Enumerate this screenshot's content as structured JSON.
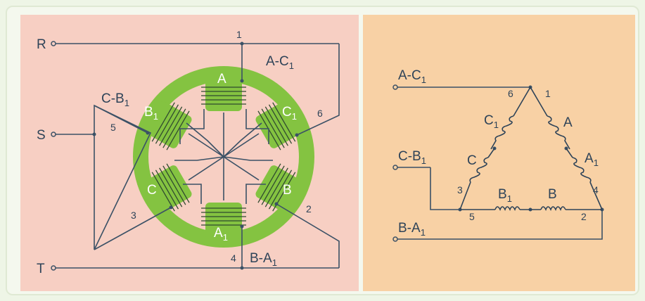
{
  "colors": {
    "left_panel": "#f7cfc3",
    "right_panel": "#f8d1a5",
    "stator": "#84c341",
    "wire": "#3b5166"
  },
  "left": {
    "terminals": {
      "r": "R",
      "s": "S",
      "t": "T"
    },
    "phase_labels": {
      "ac": {
        "base": "A-C",
        "sub": "1"
      },
      "cb": {
        "base": "C-B",
        "sub": "1"
      },
      "ba": {
        "base": "B-A",
        "sub": "1"
      }
    },
    "coils": {
      "a": {
        "base": "A",
        "sub": ""
      },
      "a1": {
        "base": "A",
        "sub": "1"
      },
      "b": {
        "base": "B",
        "sub": ""
      },
      "b1": {
        "base": "B",
        "sub": "1"
      },
      "c": {
        "base": "C",
        "sub": ""
      },
      "c1": {
        "base": "C",
        "sub": "1"
      }
    },
    "numbers": {
      "n1": "1",
      "n2": "2",
      "n3": "3",
      "n4": "4",
      "n5": "5",
      "n6": "6"
    }
  },
  "right": {
    "phase_labels": {
      "ac": {
        "base": "A-C",
        "sub": "1"
      },
      "cb": {
        "base": "C-B",
        "sub": "1"
      },
      "ba": {
        "base": "B-A",
        "sub": "1"
      }
    },
    "coils": {
      "a": {
        "base": "A",
        "sub": ""
      },
      "a1": {
        "base": "A",
        "sub": "1"
      },
      "b": {
        "base": "B",
        "sub": ""
      },
      "b1": {
        "base": "B",
        "sub": "1"
      },
      "c": {
        "base": "C",
        "sub": ""
      },
      "c1": {
        "base": "C",
        "sub": "1"
      }
    },
    "numbers": {
      "n1": "1",
      "n2": "2",
      "n3": "3",
      "n4": "4",
      "n5": "5",
      "n6": "6"
    }
  }
}
